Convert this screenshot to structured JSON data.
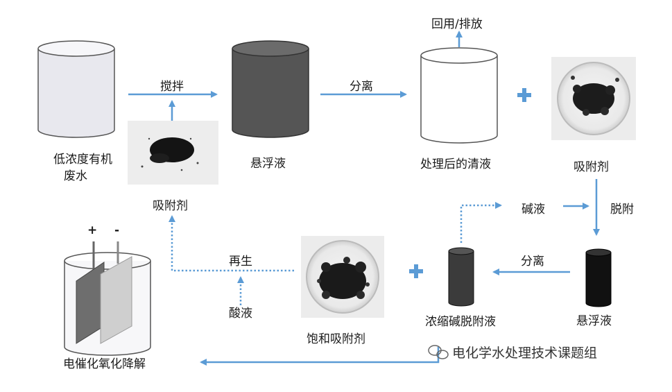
{
  "labels": {
    "wastewater": "低浓度有机",
    "wastewater2": "废水",
    "stir": "搅拌",
    "suspension_top": "悬浮液",
    "separate_top": "分离",
    "reuse": "回用/排放",
    "clear_liquid": "处理后的清液",
    "adsorbent_left": "吸附剂",
    "adsorbent_right": "吸附剂",
    "alkali": "碱液",
    "desorb": "脱附",
    "separate_bottom": "分离",
    "suspension_bottom": "悬浮液",
    "concentrate": "浓缩碱脱附液",
    "regenerate": "再生",
    "acid": "酸液",
    "saturated": "饱和吸附剂",
    "electro": "电催化氧化降解",
    "plus_sign": "+",
    "minus_sign": "-"
  },
  "watermark": "电化学水处理技术课题组",
  "colors": {
    "arrow": "#5b9bd5",
    "plus": "#5b9bd5",
    "beaker_light": "#e8e8ec",
    "beaker_dark": "#555555",
    "beaker_black": "#1a1a1a"
  }
}
